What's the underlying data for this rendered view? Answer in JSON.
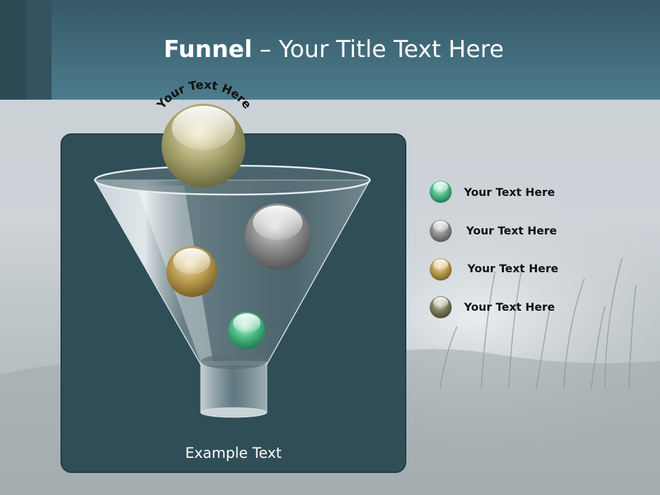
{
  "slide": {
    "title_bold": "Funnel",
    "title_rest": " – Your Title Text Here",
    "arc_label": "Your Text Here",
    "panel_caption": "Example Text"
  },
  "legend": [
    {
      "label": "Your  Text Here",
      "color": "#5cc99a"
    },
    {
      "label": "Your  Text Here",
      "color": "#8e8e8e"
    },
    {
      "label": "Your  Text Here",
      "color": "#c6a85a"
    },
    {
      "label": "Your  Text Here",
      "color": "#7c7d5e"
    }
  ],
  "colors": {
    "header": "#4c7c8c",
    "panel": "#2f4e58",
    "top_ball": "#b9b47c"
  }
}
